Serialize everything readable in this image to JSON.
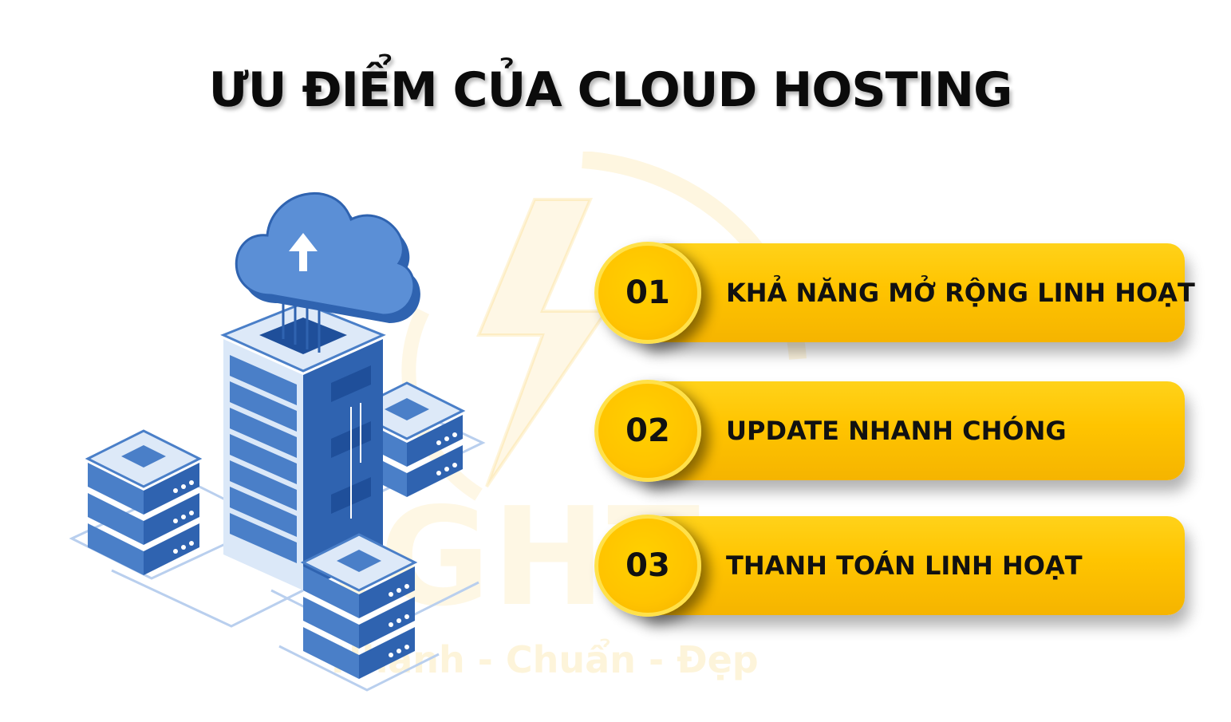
{
  "title": "ƯU ĐIỂM CỦA CLOUD HOSTING",
  "watermark": {
    "brand": "IGHT",
    "slogan": "Nhanh - Chuẩn - Đẹp",
    "color": "#f7b500"
  },
  "colors": {
    "accent": "#ffc400",
    "illustration_blue": "#4a7fc8",
    "text": "#111111"
  },
  "items": [
    {
      "number": "01",
      "label": "KHẢ NĂNG MỞ RỘNG LINH HOẠT"
    },
    {
      "number": "02",
      "label": "UPDATE NHANH CHÓNG"
    },
    {
      "number": "03",
      "label": "THANH TOÁN LINH HOẠT"
    }
  ]
}
